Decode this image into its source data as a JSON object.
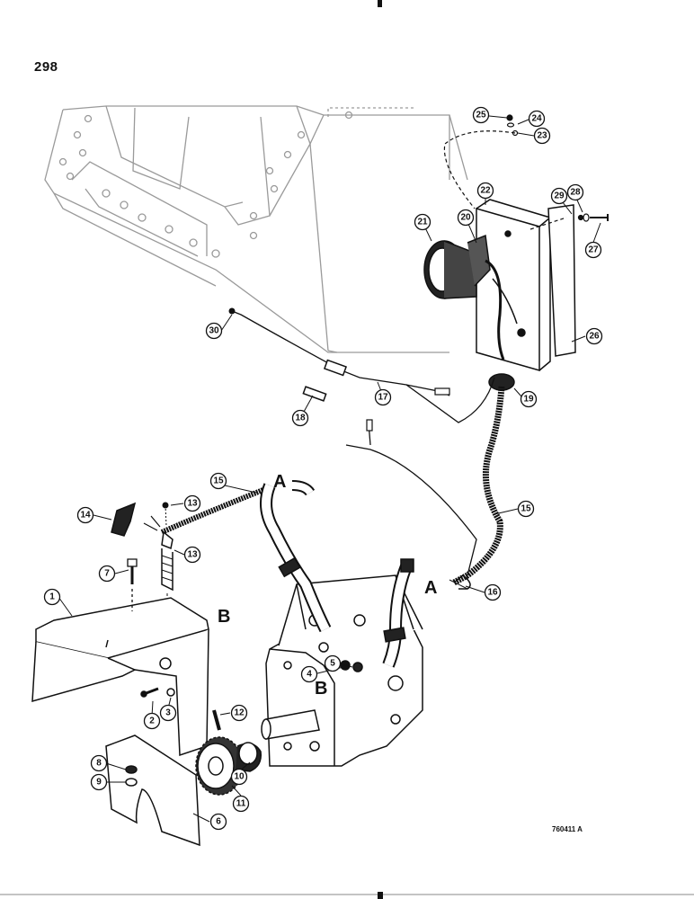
{
  "page": {
    "number": "298",
    "drawing_id": "760411 A"
  },
  "callouts": [
    "1",
    "2",
    "3",
    "4",
    "5",
    "6",
    "7",
    "8",
    "9",
    "10",
    "11",
    "12",
    "13",
    "13",
    "14",
    "15",
    "15",
    "16",
    "17",
    "18",
    "19",
    "20",
    "21",
    "22",
    "23",
    "24",
    "25",
    "26",
    "27",
    "28",
    "29",
    "30"
  ],
  "reference_letters": [
    "A",
    "A",
    "B",
    "B"
  ],
  "colors": {
    "ink": "#111111",
    "faint_ink": "#9a9a9a",
    "paper": "#ffffff"
  }
}
